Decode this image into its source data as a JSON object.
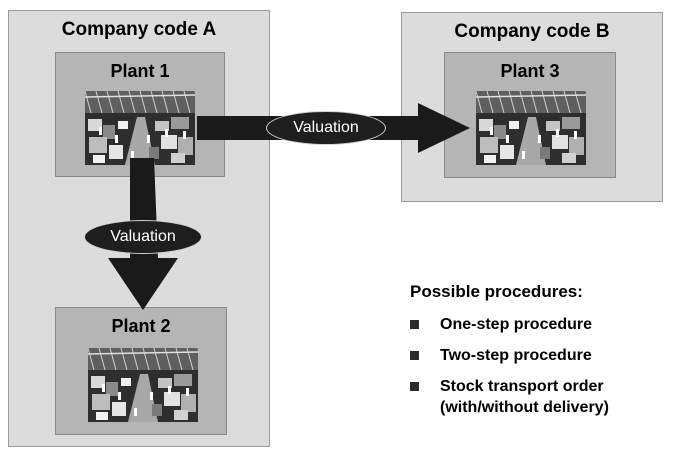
{
  "company_a": {
    "title": "Company code A",
    "plant_1": "Plant 1",
    "plant_2": "Plant 2"
  },
  "company_b": {
    "title": "Company code B",
    "plant_3": "Plant 3"
  },
  "arrows": {
    "horizontal_label": "Valuation",
    "vertical_label": "Valuation"
  },
  "procedures": {
    "title": "Possible procedures:",
    "items": [
      {
        "line1": "One-step procedure"
      },
      {
        "line1": "Two-step procedure"
      },
      {
        "line1": "Stock transport order",
        "line2": "(with/without delivery)"
      }
    ]
  },
  "colors": {
    "company_box": "#dcdcdc",
    "plant_box": "#b5b5b5",
    "arrow": "#1a1a1a"
  },
  "icons": [
    "factory-photo",
    "square-bullet"
  ]
}
